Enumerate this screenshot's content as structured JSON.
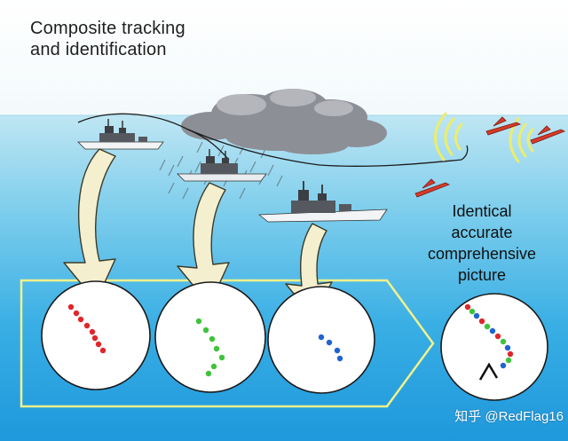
{
  "title_line1": "Composite tracking",
  "title_line2": "and identification",
  "caption": [
    "Identical",
    "accurate",
    "comprehensive",
    "picture"
  ],
  "watermark": "知乎 @RedFlag16",
  "colors": {
    "track_ship1": "#e0262b",
    "track_ship2": "#3ec43a",
    "track_ship3": "#1f63cf",
    "frame": "#f2f18a",
    "arrow_fill": "#f4efcf",
    "missile": "#d63a2a"
  },
  "icons": [
    "ship-icon",
    "cloud-icon",
    "missile-icon",
    "radar-wave-icon",
    "aircraft-symbol-icon"
  ]
}
